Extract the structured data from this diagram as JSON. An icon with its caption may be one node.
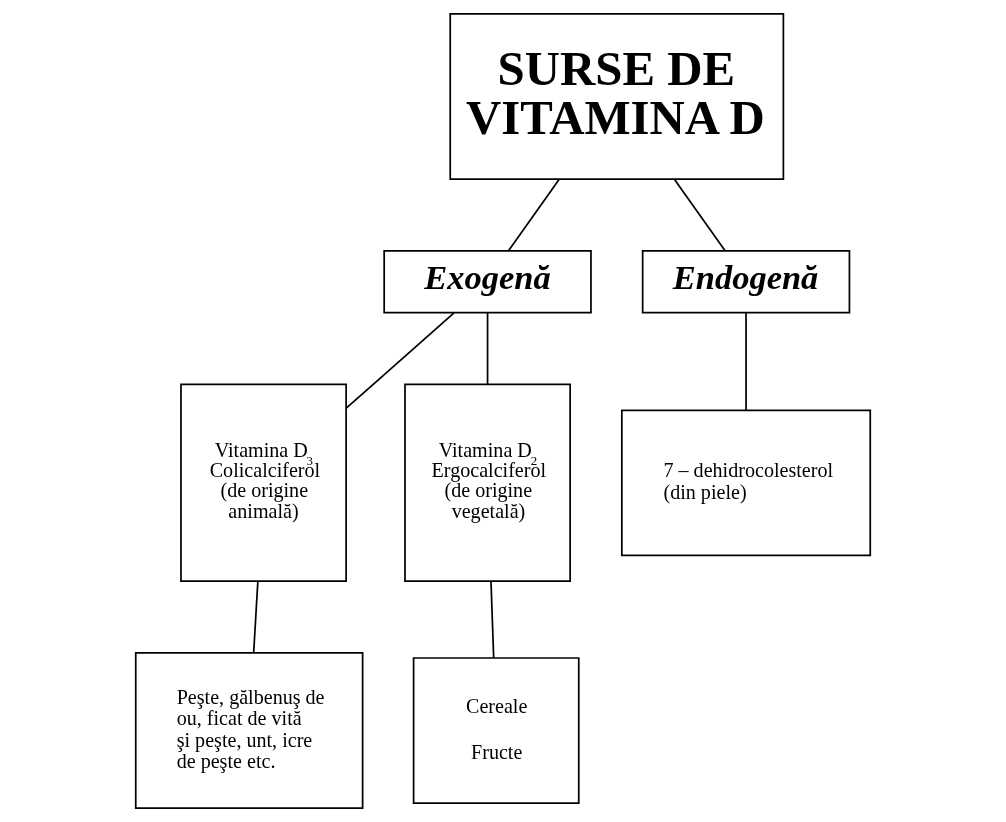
{
  "diagram": {
    "nodes": [
      {
        "text": [
          "SURSE DE VITAMINA D"
        ]
      },
      {
        "text": [
          "Exogenă"
        ]
      },
      {
        "text": [
          "Endogenă"
        ]
      },
      {
        "text": [
          "Vitamina D$_{3}$ Colicalciferol (de origine animală)"
        ]
      },
      {
        "text": [
          "Vitamina D$_{2}$ Ergocalciferol (de origine vegetală)"
        ]
      },
      {
        "text": [
          "7 – dehidrocolesterol (din piele)"
        ]
      },
      {
        "text": [
          "Peşte, gălbenuş de ou, ficat de vită şi peşte, unt, icre de peşte etc."
        ]
      },
      {
        "text": [
          "Cereale",
          "Fructe"
        ]
      }
    ],
    "edges": [
      {
        "from": 0,
        "to": 1,
        "arrow": "none"
      },
      {
        "from": 0,
        "to": 2,
        "arrow": "none"
      },
      {
        "from": 1,
        "to": 3,
        "arrow": "none"
      },
      {
        "from": 1,
        "to": 4,
        "arrow": "none"
      },
      {
        "from": 2,
        "to": 5,
        "arrow": "none"
      },
      {
        "from": 3,
        "to": 6,
        "arrow": "none"
      },
      {
        "from": 4,
        "to": 7,
        "arrow": "none"
      }
    ]
  }
}
